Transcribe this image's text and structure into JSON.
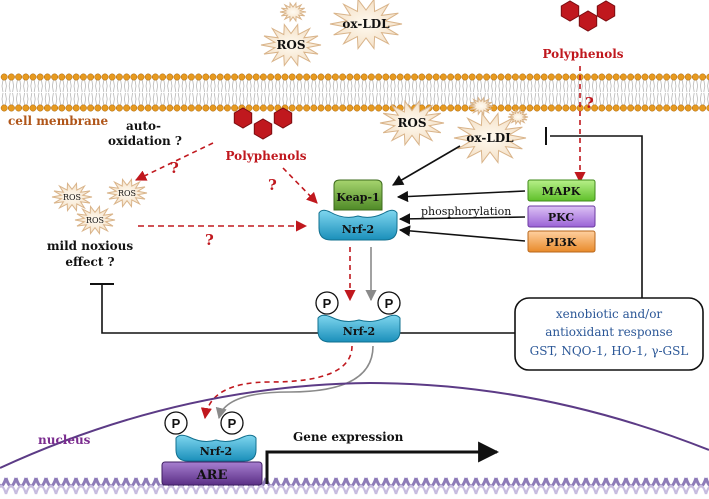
{
  "labels": {
    "ros_top": "ROS",
    "oxldl_top": "ox-LDL",
    "polyphenols_top": "Polyphenols",
    "q_top": "?",
    "cell_membrane": "cell membrane",
    "auto_oxidation_line1": "auto-",
    "auto_oxidation_line2": "oxidation ?",
    "q_auto": "?",
    "polyphenols_mid": "Polyphenols",
    "q_poly1": "?",
    "ros_mid": "ROS",
    "oxldl_mid": "ox-LDL",
    "ros_small_1": "ROS",
    "ros_small_2": "ROS",
    "ros_small_3": "ROS",
    "mild_line1": "mild noxious",
    "mild_line2": "effect ?",
    "q_mild": "?",
    "keap1": "Keap-1",
    "nrf2_complex": "Nrf-2",
    "phosphorylation": "phosphorylation",
    "mapk": "MAPK",
    "pkc": "PKC",
    "pi3k": "PI3K",
    "p1": "P",
    "p2": "P",
    "nrf2_mid": "Nrf-2",
    "response_line1": "xenobiotic and/or",
    "response_line2": "antioxidant response",
    "response_line3": "GST, NQO-1, HO-1, γ-GSL",
    "nucleus": "nucleus",
    "p3": "P",
    "p4": "P",
    "nrf2_nuc": "Nrf-2",
    "are": "ARE",
    "gene_expression": "Gene expression"
  },
  "colors": {
    "dashed_red": "#c0181e",
    "polyphenol_red": "#c0181e",
    "membrane_head": "#e79a1f",
    "cell_membrane_text": "#b0561a",
    "nucleus_text": "#7b2d8f",
    "nrf2_blue": "#2fa9cf",
    "keap_green": "#6ea43c",
    "mapk_green": "#7fd04a",
    "pkc_purple": "#b27be0",
    "pi3k_orange": "#f0a24a",
    "response_text": "#2b5797",
    "are_purple": "#7d4fa0",
    "dna_purple": "#8e7bb8"
  }
}
